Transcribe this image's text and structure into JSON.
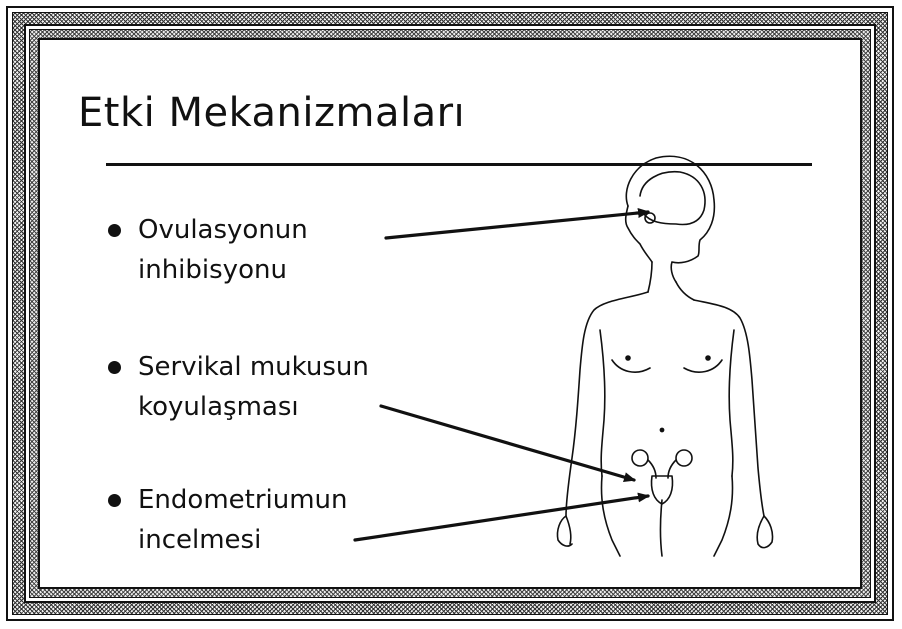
{
  "slide": {
    "title": "Etki Mekanizmaları",
    "bullets": [
      {
        "line1": "Ovulasyonun",
        "line2": "inhibisyonu"
      },
      {
        "line1": "Servikal mukusun",
        "line2": "koyulaşması"
      },
      {
        "line1": "Endometriumun",
        "line2": "incelmesi"
      }
    ]
  },
  "figure": {
    "icon": "female-body-outline-icon",
    "arrow_count": 3
  }
}
